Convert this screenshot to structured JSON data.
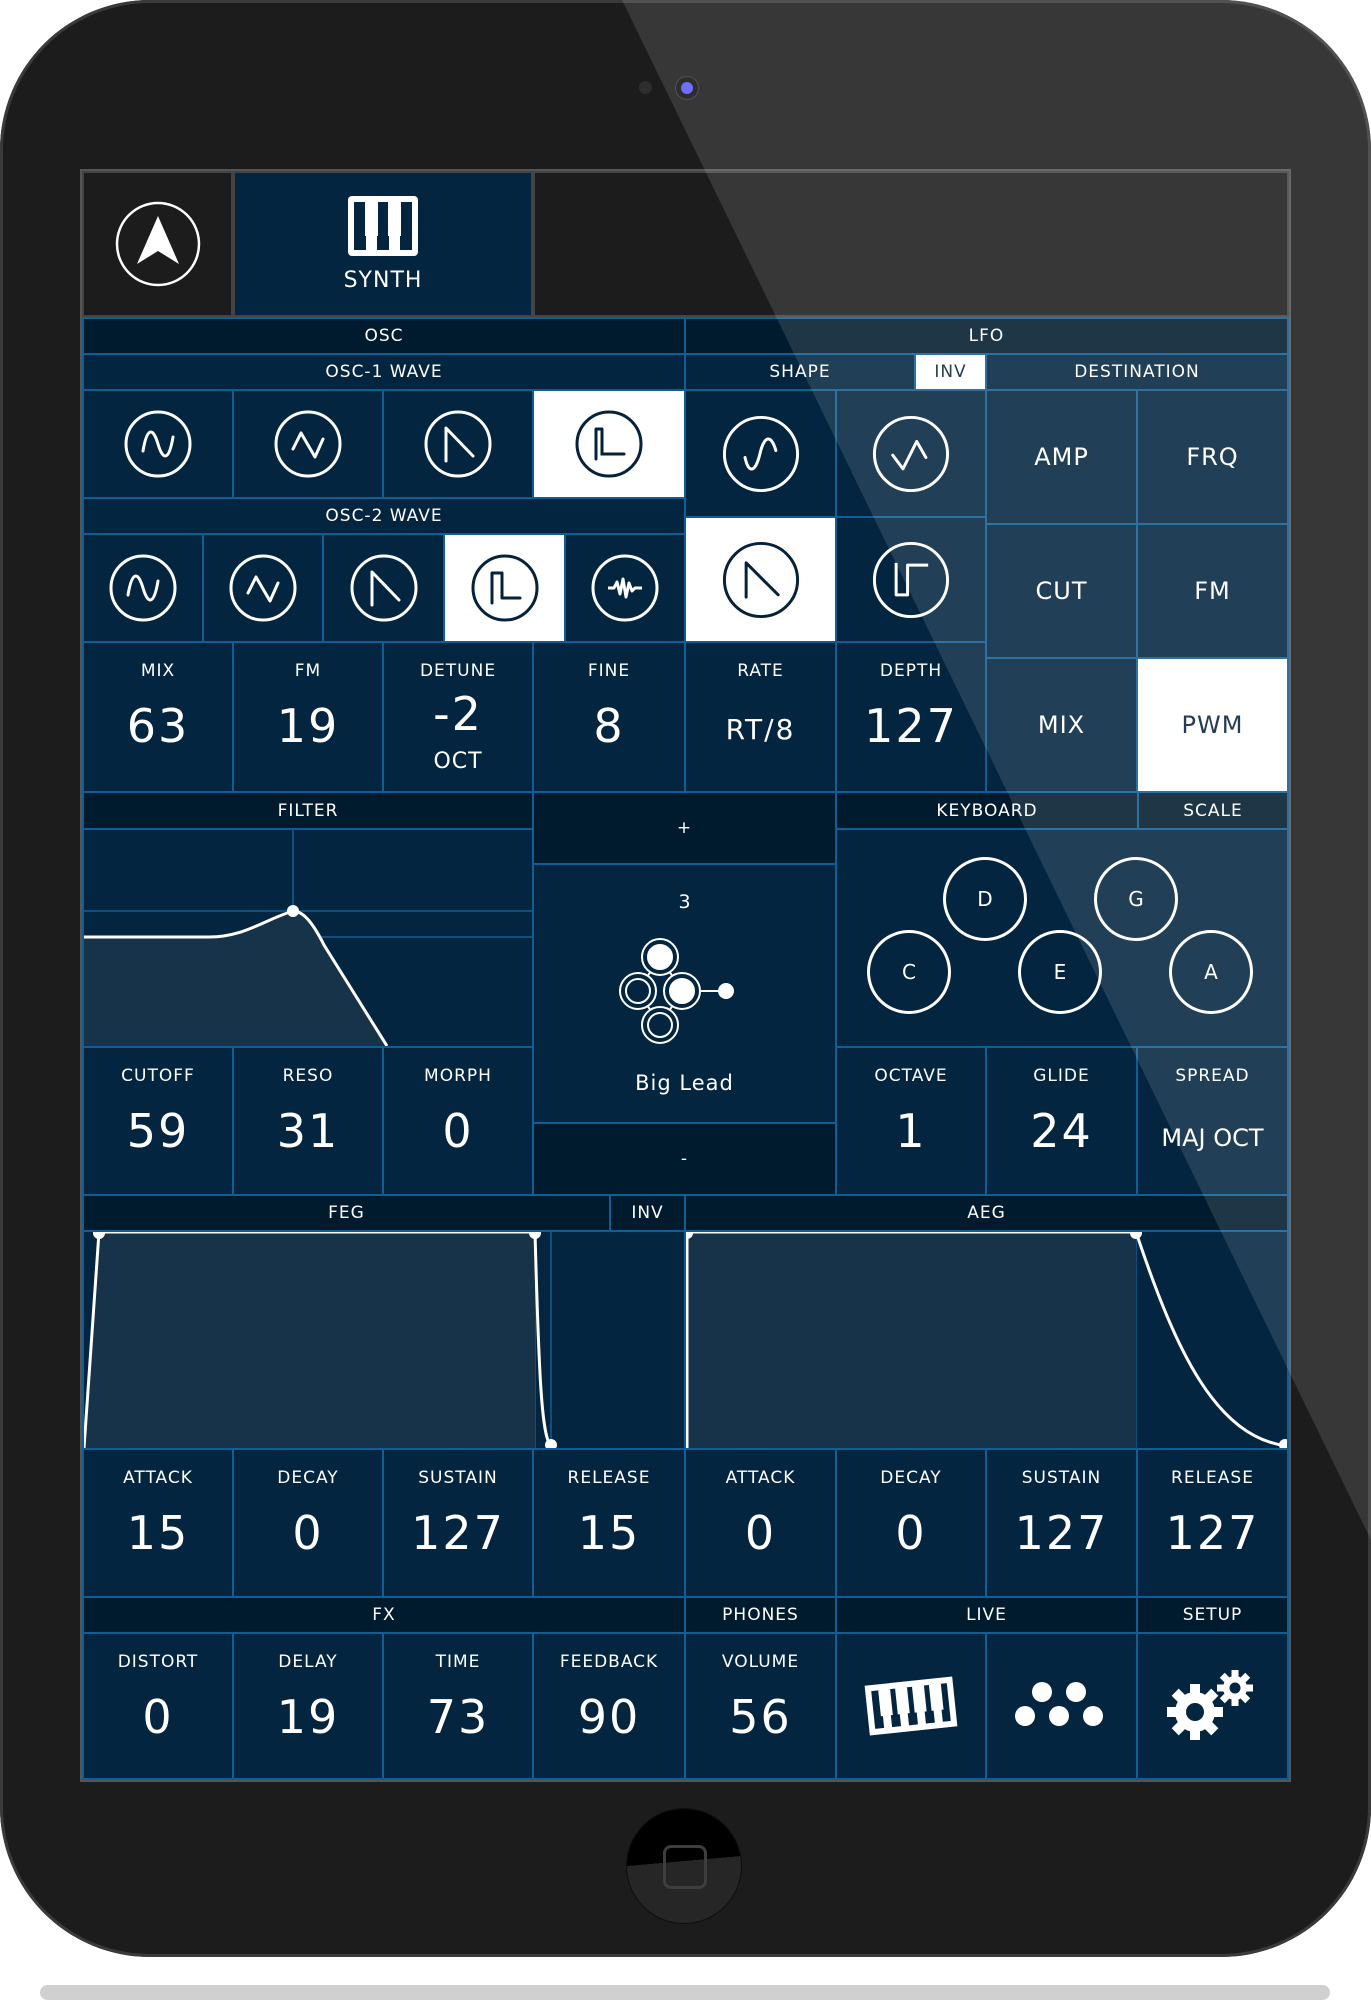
{
  "app": {
    "logo_icon": "arrow-logo-icon",
    "tab_synth": {
      "label": "SYNTH",
      "icon": "piano-keys-icon"
    }
  },
  "osc": {
    "header": "OSC",
    "osc1_wave": {
      "header": "OSC-1 WAVE",
      "options": [
        "sine",
        "triangle",
        "saw",
        "square"
      ],
      "selected": "square"
    },
    "osc2_wave": {
      "header": "OSC-2 WAVE",
      "options": [
        "sine",
        "triangle",
        "saw",
        "square",
        "noise"
      ],
      "selected": "square"
    },
    "params": [
      {
        "label": "MIX",
        "value": "63"
      },
      {
        "label": "FM",
        "value": "19"
      },
      {
        "label": "DETUNE",
        "value": "-2",
        "unit": "OCT"
      },
      {
        "label": "FINE",
        "value": "8"
      }
    ]
  },
  "lfo": {
    "header": "LFO",
    "shape_header": "SHAPE",
    "inv_label": "INV",
    "inv_active": true,
    "destination_header": "DESTINATION",
    "shapes": [
      "sine",
      "triangle",
      "saw",
      "square"
    ],
    "selected_shape": "saw",
    "destinations": [
      "AMP",
      "FRQ",
      "CUT",
      "FM",
      "MIX",
      "PWM"
    ],
    "selected_destination": "PWM",
    "params": [
      {
        "label": "RATE",
        "value": "RT/8"
      },
      {
        "label": "DEPTH",
        "value": "127"
      }
    ]
  },
  "filter": {
    "header": "FILTER",
    "params": [
      {
        "label": "CUTOFF",
        "value": "59"
      },
      {
        "label": "RESO",
        "value": "31"
      },
      {
        "label": "MORPH",
        "value": "0"
      }
    ]
  },
  "preset": {
    "plus_label": "+",
    "minus_label": "-",
    "number": "3",
    "name": "Big Lead",
    "icon": "preset-nodes-icon"
  },
  "keyboard": {
    "header": "KEYBOARD",
    "scale_header": "SCALE",
    "notes": [
      "C",
      "D",
      "E",
      "G",
      "A"
    ],
    "params": [
      {
        "label": "OCTAVE",
        "value": "1"
      },
      {
        "label": "GLIDE",
        "value": "24"
      },
      {
        "label": "SPREAD",
        "value": "MAJ OCT"
      }
    ]
  },
  "feg": {
    "header": "FEG",
    "inv_label": "INV",
    "params": [
      {
        "label": "ATTACK",
        "value": "15"
      },
      {
        "label": "DECAY",
        "value": "0"
      },
      {
        "label": "SUSTAIN",
        "value": "127"
      },
      {
        "label": "RELEASE",
        "value": "15"
      }
    ]
  },
  "aeg": {
    "header": "AEG",
    "params": [
      {
        "label": "ATTACK",
        "value": "0"
      },
      {
        "label": "DECAY",
        "value": "0"
      },
      {
        "label": "SUSTAIN",
        "value": "127"
      },
      {
        "label": "RELEASE",
        "value": "127"
      }
    ]
  },
  "fx": {
    "header": "FX",
    "params": [
      {
        "label": "DISTORT",
        "value": "0"
      },
      {
        "label": "DELAY",
        "value": "19"
      },
      {
        "label": "TIME",
        "value": "73"
      },
      {
        "label": "FEEDBACK",
        "value": "90"
      }
    ]
  },
  "phones": {
    "header": "PHONES",
    "label": "VOLUME",
    "value": "56"
  },
  "live": {
    "header": "LIVE",
    "icons": [
      "live-keyboard-icon",
      "live-pads-icon"
    ]
  },
  "setup": {
    "header": "SETUP",
    "icon": "gears-icon"
  },
  "colors": {
    "grid_line": "#0f5f96",
    "cell_bg": "#03253f",
    "header_bg": "#001b2e",
    "selected_bg": "#ffffff",
    "text": "#ffffff",
    "device_body": "#1c1c1c",
    "camera_lens": "#5b5bff"
  }
}
